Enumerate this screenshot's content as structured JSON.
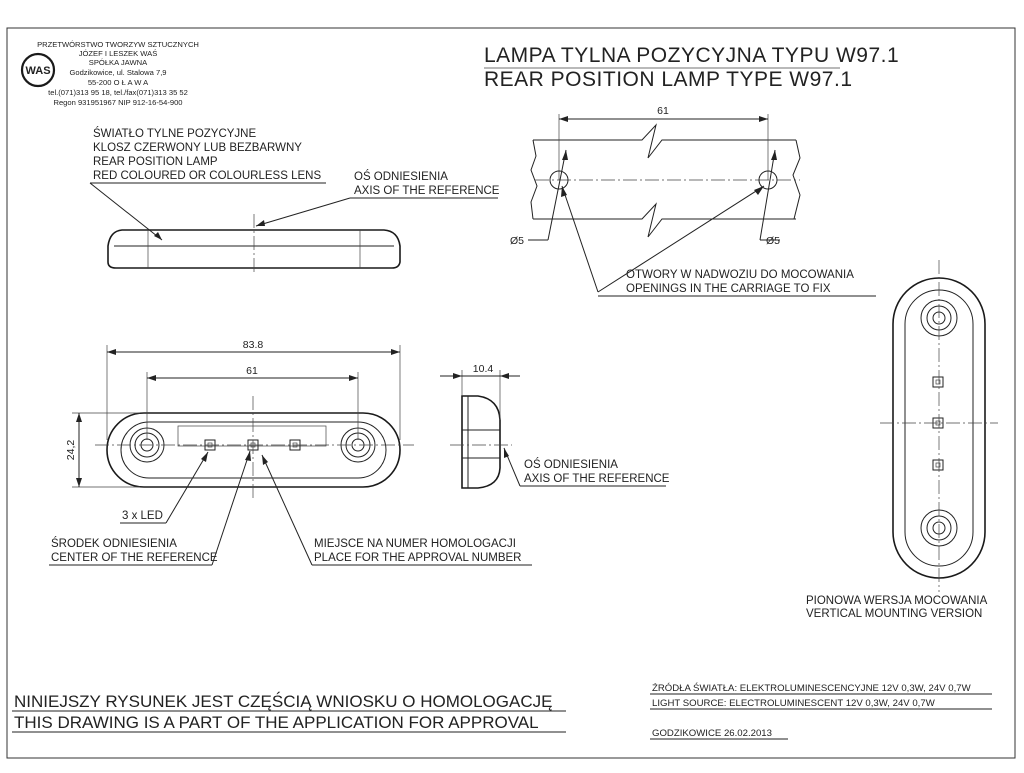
{
  "company": {
    "logo_letters": "WAS",
    "lines": [
      "PRZETWÓRSTWO TWORZYW SZTUCZNYCH",
      "JÓZEF I LESZEK WAŚ",
      "SPÓŁKA JAWNA",
      "Godzikowice, ul. Stalowa 7,9",
      "55-200   O Ł A W A",
      "tel.(071)313 95 18, tel./fax(071)313 35 52",
      "Regon 931951967 NIP 912-16-54-900"
    ]
  },
  "title": {
    "pl": "LAMPA TYLNA POZYCYJNA TYPU W97.1",
    "en": "REAR POSITION LAMP TYPE W97.1"
  },
  "side_view_labels": {
    "lamp": [
      "ŚWIATŁO TYLNE POZYCYJNE",
      "KLOSZ CZERWONY LUB BEZBARWNY",
      "REAR POSITION LAMP",
      "RED COLOURED OR COLOURLESS LENS"
    ],
    "axis": [
      "OŚ ODNIESIENIA",
      "AXIS OF THE REFERENCE"
    ]
  },
  "mounting_view": {
    "dim_spacing": "61",
    "hole_left": "Ø5",
    "hole_right": "Ø5",
    "openings": [
      "OTWORY W NADWOZIU DO MOCOWANIA",
      "OPENINGS IN THE CARRIAGE TO FIX"
    ]
  },
  "front_view": {
    "dim_length": "83.8",
    "dim_spacing": "61",
    "dim_height": "24,2",
    "led_label": "3 x LED",
    "center_ref": [
      "ŚRODEK ODNIESIENIA",
      "CENTER OF THE REFERENCE"
    ],
    "approval_place": [
      "MIEJSCE NA NUMER HOMOLOGACJI",
      "PLACE FOR THE APPROVAL NUMBER"
    ]
  },
  "profile_view": {
    "dim_depth": "10.4",
    "axis": [
      "OŚ ODNIESIENIA",
      "AXIS OF THE REFERENCE"
    ]
  },
  "vertical_view": {
    "caption": [
      "PIONOWA WERSJA MOCOWANIA",
      "VERTICAL MOUNTING VERSION"
    ]
  },
  "footer": {
    "statement": [
      "NINIEJSZY RYSUNEK JEST CZĘŚCIĄ WNIOSKU O  HOMOLOGACJĘ",
      "THIS DRAWING IS A PART OF THE APPLICATION FOR  APPROVAL"
    ],
    "light_source": [
      "ŹRÓDŁA ŚWIATŁA: ELEKTROLUMINESCENCYJNE  12V  0,3W, 24V  0,7W",
      "LIGHT SOURCE: ELECTROLUMINESCENT  12V  0,3W, 24V  0,7W"
    ],
    "place_date": "GODZIKOWICE   26.02.2013"
  }
}
